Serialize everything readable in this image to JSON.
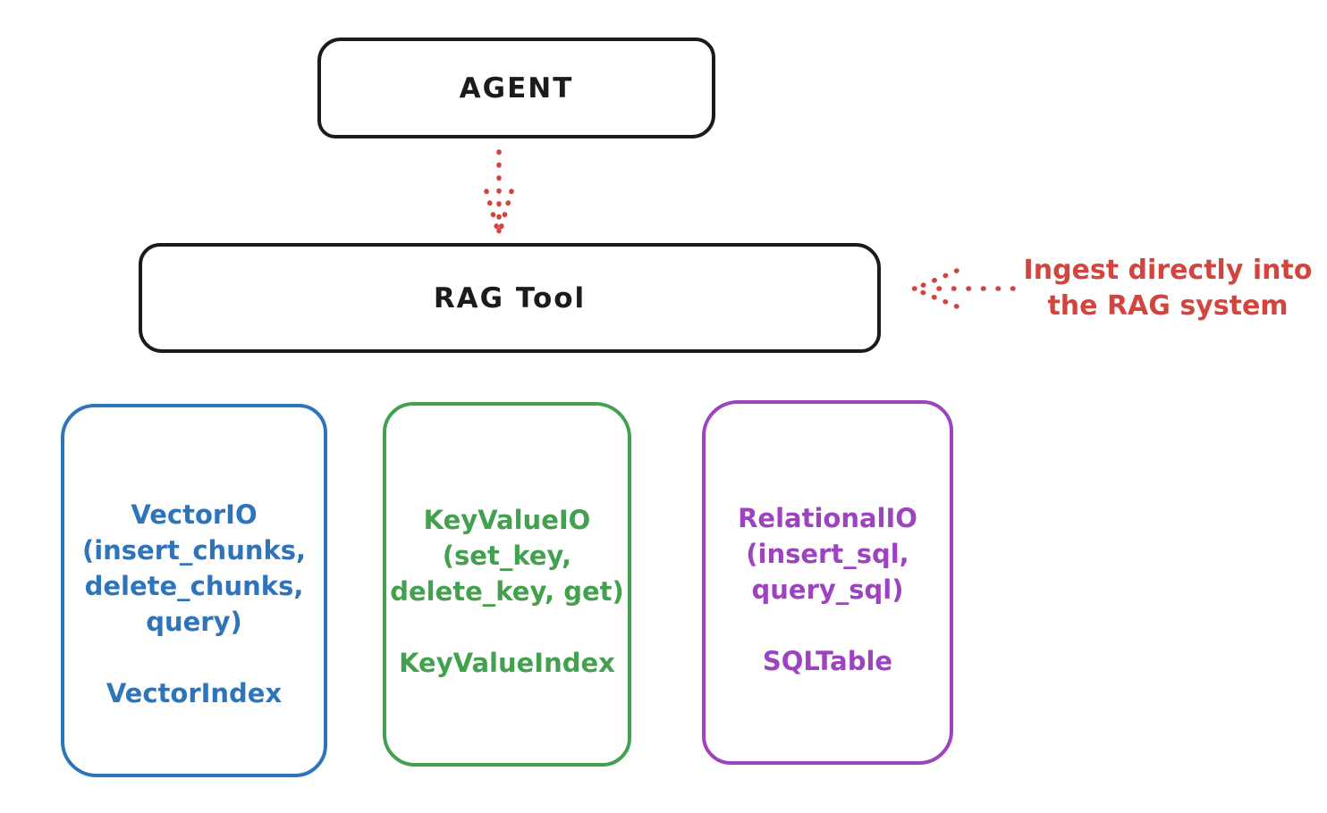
{
  "agent_box": {
    "label": "AGENT"
  },
  "rag_tool_box": {
    "label": "RAG Tool"
  },
  "annotation": {
    "line1": "Ingest directly into",
    "line2": "the RAG system",
    "color": "#d2453e"
  },
  "arrows": {
    "agent_to_rag": {
      "style": "dotted",
      "color": "#d2453e",
      "direction": "down"
    },
    "ingest_to_rag": {
      "style": "dotted",
      "color": "#d2453e",
      "direction": "left"
    }
  },
  "io_boxes": [
    {
      "id": "vector",
      "color": "#2e74bb",
      "lines": [
        "VectorIO",
        "(insert_chunks,",
        "delete_chunks,",
        "query)"
      ],
      "index_label": "VectorIndex"
    },
    {
      "id": "keyvalue",
      "color": "#43a04e",
      "lines": [
        "KeyValueIO",
        "(set_key,",
        "delete_key, get)"
      ],
      "index_label": "KeyValueIndex"
    },
    {
      "id": "relational",
      "color": "#9d43bf",
      "lines": [
        "RelationalIO",
        "(insert_sql,",
        "query_sql)"
      ],
      "index_label": "SQLTable"
    }
  ]
}
